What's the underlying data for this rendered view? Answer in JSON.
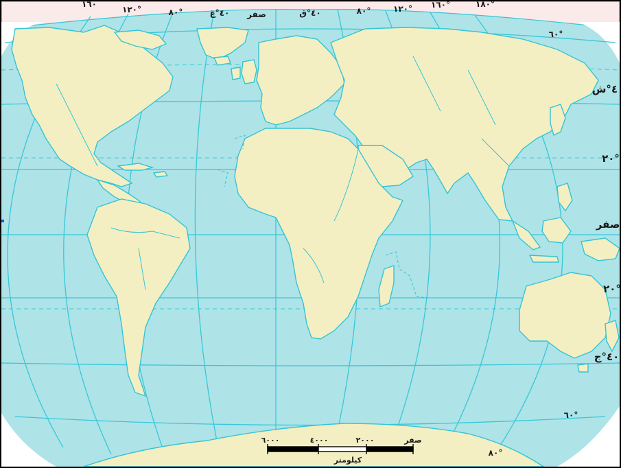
{
  "map": {
    "colors": {
      "ocean": "#aee3e8",
      "land": "#f3efc3",
      "grid": "#37c8d8",
      "outline": "#35c4d4",
      "cap": "#fbeaea",
      "text": "#1a1a1a"
    },
    "top_labels": {
      "lon_160w": "١٦٠",
      "lon_120w": "١٢٠°",
      "lon_80w": "٨٠°",
      "lon_40w": "٤٠°غ",
      "lon_0": "صفر",
      "lon_40e": "٤٠°ق",
      "lon_80e": "٨٠°",
      "lon_120e": "١٢٠°",
      "lon_160e": "١٦٠°",
      "lon_far": "١٨٠°"
    },
    "right_labels": {
      "lat_60n": "٦٠°",
      "lat_40n": "٤٠°ش",
      "lat_20n": "٢٠°",
      "lat_0": "صفر",
      "lat_20s": "٢٠°",
      "lat_40s": "٤٠°ج",
      "lat_60s": "٦٠°",
      "lat_80s": "٨٠°"
    },
    "scale": {
      "tick_0": "صفر",
      "tick_2000": "٢٠٠٠",
      "tick_4000": "٤٠٠٠",
      "tick_6000": "٦٠٠٠",
      "unit": "كيلومتر"
    }
  }
}
